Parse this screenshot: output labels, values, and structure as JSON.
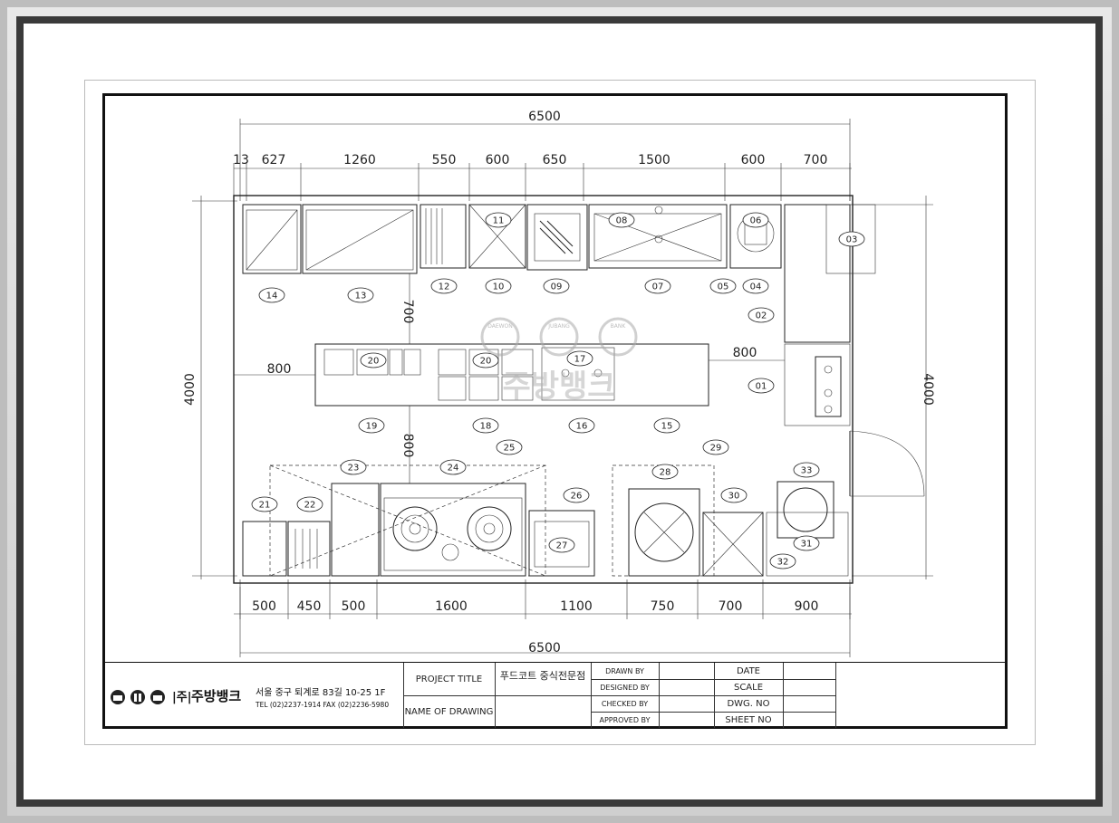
{
  "colors": {
    "line": "#222222",
    "dim": "#333333",
    "wm": "#b5b5b5"
  },
  "dims_top_total": "6500",
  "dims_top": [
    "13",
    "627",
    "1260",
    "550",
    "600",
    "650",
    "1500",
    "600",
    "700"
  ],
  "dims_bottom": [
    "500",
    "450",
    "500",
    "1600",
    "1100",
    "750",
    "700",
    "900"
  ],
  "dims_bottom_total": "6500",
  "dim_left": "4000",
  "dim_right": "4000",
  "dim_inner": {
    "a": "700",
    "b": "800",
    "c": "800",
    "d": "800"
  },
  "tags": [
    "01",
    "02",
    "03",
    "04",
    "05",
    "07",
    "08",
    "09",
    "10",
    "11",
    "12",
    "13",
    "14",
    "15",
    "16",
    "17",
    "18",
    "19",
    "20",
    "20",
    "21",
    "22",
    "23",
    "24",
    "25",
    "26",
    "27",
    "28",
    "29",
    "30",
    "31",
    "32",
    "33",
    "06"
  ],
  "watermark": {
    "top": [
      "DAEWON",
      "JUBANG",
      "BANK"
    ],
    "ko": "주방뱅크"
  },
  "titleblock": {
    "company": "주방뱅크",
    "company_prefix": "|주|",
    "address": "서울 중구 퇴계로 83길 10-25 1F",
    "tel": "TEL (02)2237-1914 FAX (02)2236-5980",
    "project_title_label": "PROJECT TITLE",
    "project_title_value": "푸드코트 중식전문점",
    "name_of_drawing_label": "NAME OF DRAWING",
    "drawn_by": "DRAWN BY",
    "designed_by": "DESIGNED BY",
    "checked_by": "CHECKED BY",
    "approved_by": "APPROVED BY",
    "date": "DATE",
    "scale": "SCALE",
    "dwg_no": "DWG. NO",
    "sheet_no": "SHEET NO"
  }
}
